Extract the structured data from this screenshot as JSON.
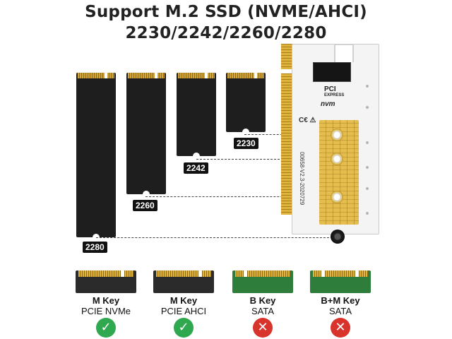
{
  "header": {
    "line1": "Support M.2 SSD (NVME/AHCI)",
    "line2": "2230/2242/2260/2280"
  },
  "ssd_sizes": [
    {
      "label": "2280"
    },
    {
      "label": "2260"
    },
    {
      "label": "2242"
    },
    {
      "label": "2230"
    }
  ],
  "card": {
    "pci_logo_line1": "PCI",
    "pci_logo_line2": "EXPRESS",
    "nvm_logo": "nvm",
    "ce_mark": "C€ ⚠",
    "serial": "00658-V2.3-2020729"
  },
  "keys": [
    {
      "title": "M Key",
      "subtitle": "PCIE NVMe",
      "status": "check-icon",
      "board_color": "#2b2b2b"
    },
    {
      "title": "M Key",
      "subtitle": "PCIE AHCI",
      "status": "check-icon",
      "board_color": "#2b2b2b"
    },
    {
      "title": "B Key",
      "subtitle": "SATA",
      "status": "cross-icon",
      "board_color": "#2e7d3a"
    },
    {
      "title": "B+M Key",
      "subtitle": "SATA",
      "status": "cross-icon",
      "board_color": "#2e7d3a"
    }
  ],
  "colors": {
    "supported": "#2fa84f",
    "unsupported": "#d9342b"
  }
}
